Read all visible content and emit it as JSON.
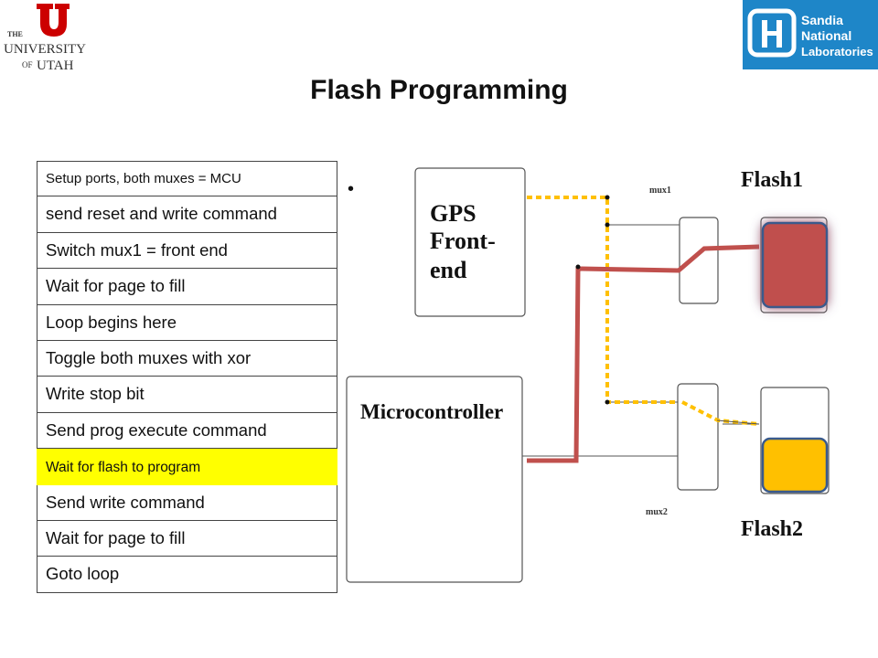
{
  "logos": {
    "utah": {
      "line1": "THE",
      "line2": "UNIVERSITY",
      "line3": "OF",
      "line4": "UTAH",
      "letter": "U"
    },
    "sandia": {
      "line1": "Sandia",
      "line2": "National",
      "line3": "Laboratories"
    }
  },
  "title": "Flash Programming",
  "steps": [
    "Setup ports, both muxes = MCU",
    "send reset and write command",
    "Switch mux1 = front end",
    "Wait for page to fill",
    "Loop begins here",
    "Toggle both muxes with xor",
    "Write stop bit",
    "Send prog execute command",
    "Wait for flash to program",
    "Send write command",
    "Wait for page to fill",
    "Goto loop"
  ],
  "highlighted_step": "Wait for flash to program",
  "diagram": {
    "gps_label_1": "GPS",
    "gps_label_2": "Front-",
    "gps_label_3": "end",
    "mcu_label": "Microcontroller",
    "mux1_label": "mux1",
    "mux2_label": "mux2",
    "flash1_label": "Flash1",
    "flash2_label": "Flash2"
  },
  "colors": {
    "active_path": "#c0504d",
    "dashed_path": "#ffc000",
    "flash1_fill": "#c0504d",
    "flash2_fill": "#ffc000",
    "highlight": "#ffff00",
    "utah_red": "#cc0000",
    "sandia_blue": "#1e86c8"
  }
}
